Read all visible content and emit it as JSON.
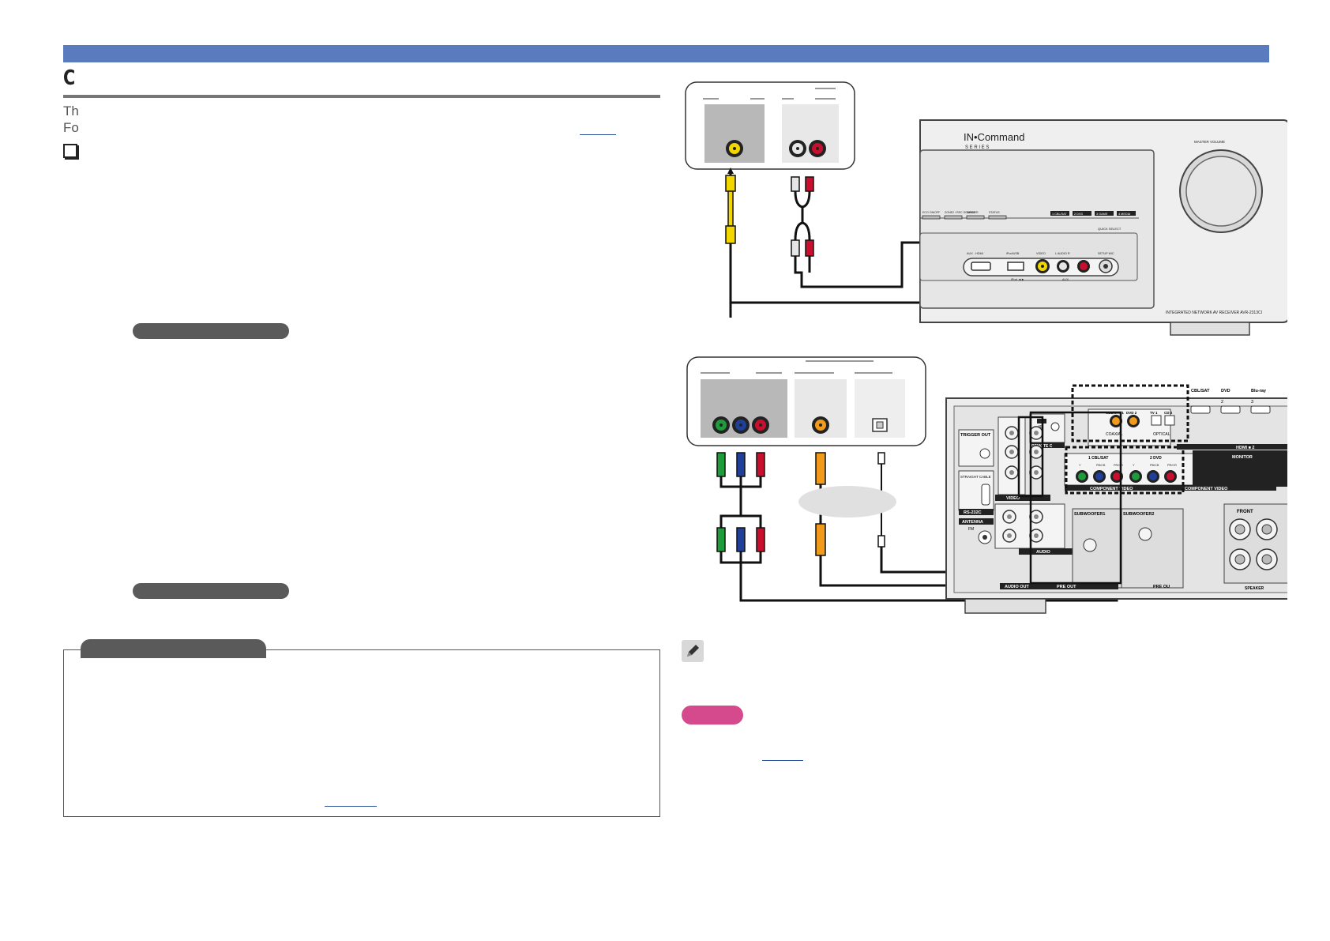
{
  "colors": {
    "topbar": "#5b7bbf",
    "link": "#2a4f96",
    "pill": "#5a5a5a",
    "note_badge": "#d44a8c",
    "cable_yellow": "#f2d600",
    "cable_red": "#c8102e",
    "cable_white": "#e6e6e6",
    "cable_green": "#1e9b3a",
    "cable_blue": "#1f3f9a",
    "cable_orange": "#f29a1a"
  },
  "page": {
    "title": "C",
    "line1": "Th",
    "line2": "Fo"
  },
  "receiver_front": {
    "brand": "IN•Command",
    "series": "S E R I E S",
    "knob_label": "MASTER VOLUME",
    "buttons": [
      "ECO ON/OFF",
      "ZONE2 / REC SOURCE",
      "DIMMER",
      "STATUS"
    ],
    "quick_select": [
      "1 CBL/SAT",
      "2 DVD",
      "3 GAME",
      "4 MEDIA"
    ],
    "quick_select_label": "QUICK SELECT",
    "ports": [
      "AUX - HDMI",
      "iPod/USB",
      "VIDEO",
      "L AUDIO R",
      "SETUP MIC"
    ],
    "aux_label": "AUX",
    "model": "INTEGRATED NETWORK AV RECEIVER  AVR-2313CI"
  },
  "receiver_rear": {
    "trigger": "TRIGGER OUT",
    "straight": "STRAIGHT CABLE",
    "rs232": "RS-232C",
    "antenna": "ANTENNA",
    "fm": "FM",
    "remote": "REMOTE C",
    "digital_inputs": [
      "CBL/SAT 1",
      "DVD 2",
      "TV 1",
      "CD 2"
    ],
    "coaxial": "COAXIAL",
    "optical": "OPTICAL",
    "component_labels": [
      "1 CBL/SAT",
      "2 DVD"
    ],
    "component_ports": [
      "Y",
      "PB/CB",
      "PR/CR"
    ],
    "monitor": "MONITOR",
    "component_video": "COMPONENT VIDEO",
    "hdmi_labels": [
      "CBL/SAT",
      "DVD",
      "Blu-ray"
    ],
    "hdmi_numbers": [
      "2",
      "3"
    ],
    "video": "VIDEO",
    "audio": "AUDIO",
    "audio_out": "AUDIO OUT",
    "pre_out": "PRE OUT",
    "subwoofer1": "SUBWOOFER1",
    "subwoofer2": "SUBWOOFER2",
    "front": "FRONT",
    "speaker": "SPEAKER"
  }
}
